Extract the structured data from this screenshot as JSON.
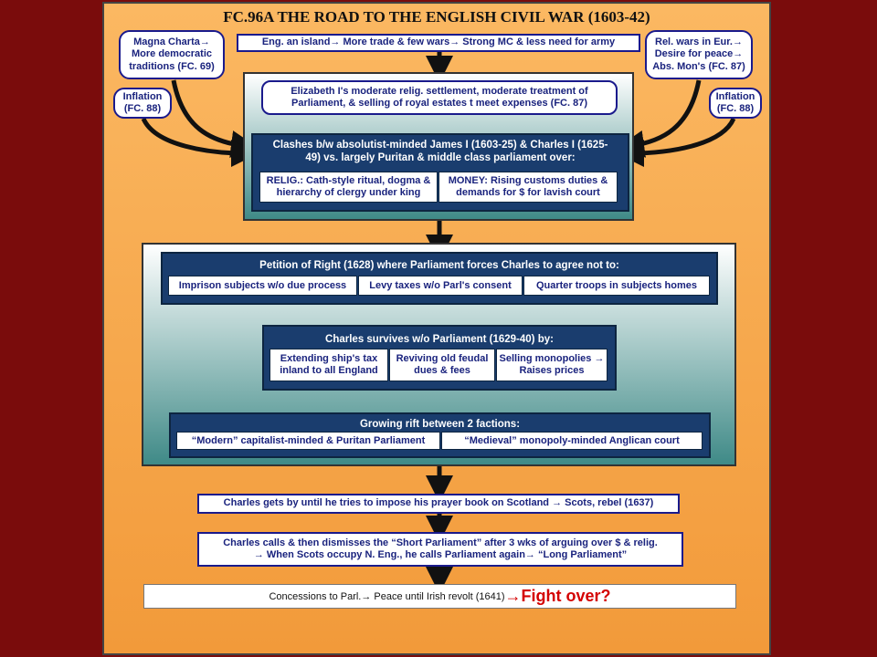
{
  "title": "FC.96A THE ROAD TO THE ENGLISH CIVIL WAR (1603-42)",
  "top_banner": "Eng. an island→ More trade & few wars→ Strong MC & less need for army",
  "left_causes": {
    "magna": "Magna Charta→ More democratic traditions (FC. 69)",
    "inflation": "Inflation (FC. 88)"
  },
  "right_causes": {
    "religious": "Rel. wars in Eur.→ Desire for peace→ Abs. Mon's (FC. 87)",
    "inflation": "Inflation (FC. 88)"
  },
  "elizabeth": "Elizabeth I's moderate relig. settlement, moderate treatment of Parliament, & selling of royal estates t meet expenses (FC. 87)",
  "clashes": {
    "heading": "Clashes b/w absolutist-minded James I (1603-25) & Charles I (1625-49) vs. largely Puritan & middle class parliament over:",
    "religion": "RELIG.: Cath-style ritual, dogma & hierarchy of clergy under king",
    "money": "MONEY: Rising customs duties & demands for $ for lavish court"
  },
  "petition": {
    "heading": "Petition of Right (1628) where Parliament forces Charles to agree not to:",
    "items": [
      "Imprison subjects w/o due process",
      "Levy taxes w/o Parl's consent",
      "Quarter troops in subjects homes"
    ]
  },
  "survives": {
    "heading": "Charles survives w/o Parliament (1629-40) by:",
    "items": [
      "Extending ship's tax inland to all England",
      "Reviving old feudal dues & fees",
      "Selling monopolies → Raises prices"
    ]
  },
  "rift": {
    "heading": "Growing rift between 2 factions:",
    "items": [
      "“Modern” capitalist-minded & Puritan Parliament",
      "“Medieval” monopoly-minded Anglican court"
    ]
  },
  "prayer_book": "Charles gets by until he tries to impose his prayer book on Scotland → Scots, rebel (1637)",
  "short_parliament": {
    "line1": "Charles calls & then dismisses the “Short Parliament” after 3 wks of arguing over $ & relig.",
    "line2": "→ When Scots occupy N. Eng., he calls Parliament again→ “Long Parliament”"
  },
  "concessions": {
    "text": "Concessions to Parl.→ Peace until Irish revolt (1641) ",
    "fight": "→Fight over?"
  }
}
